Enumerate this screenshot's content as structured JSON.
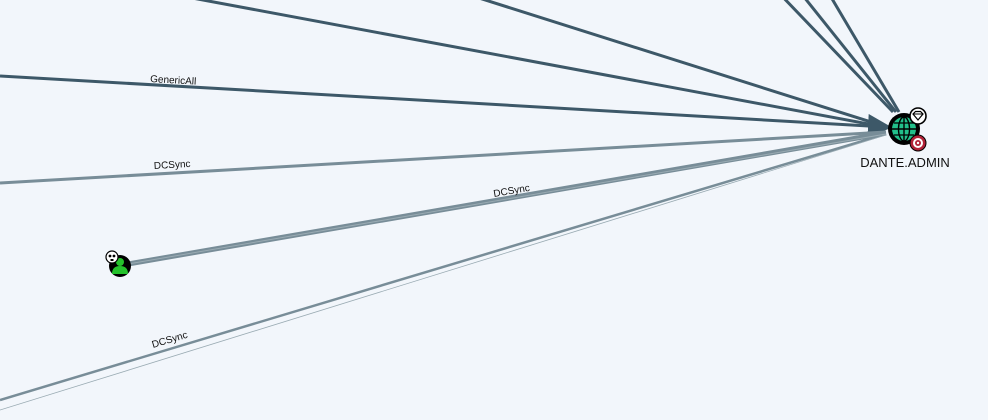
{
  "graph": {
    "target_node": {
      "label": "DANTE.ADMIN",
      "type": "domain-group",
      "icon": "globe-icon",
      "badges": [
        "gem-icon",
        "target-icon"
      ]
    },
    "source_node": {
      "type": "user",
      "icon": "user-icon",
      "badge": "skull-icon"
    },
    "edges": [
      {
        "label": "GenericAll",
        "style": "dark"
      },
      {
        "label": "DCSync",
        "style": "light"
      },
      {
        "label": "DCSync",
        "style": "light"
      },
      {
        "label": "DCSync",
        "style": "light"
      }
    ],
    "colors": {
      "background": "#f2f6fb",
      "edge_dark": "#3d5868",
      "edge_light": "#788d98",
      "globe": "#22c08a",
      "user": "#25c22c",
      "target_badge": "#b22238"
    }
  }
}
